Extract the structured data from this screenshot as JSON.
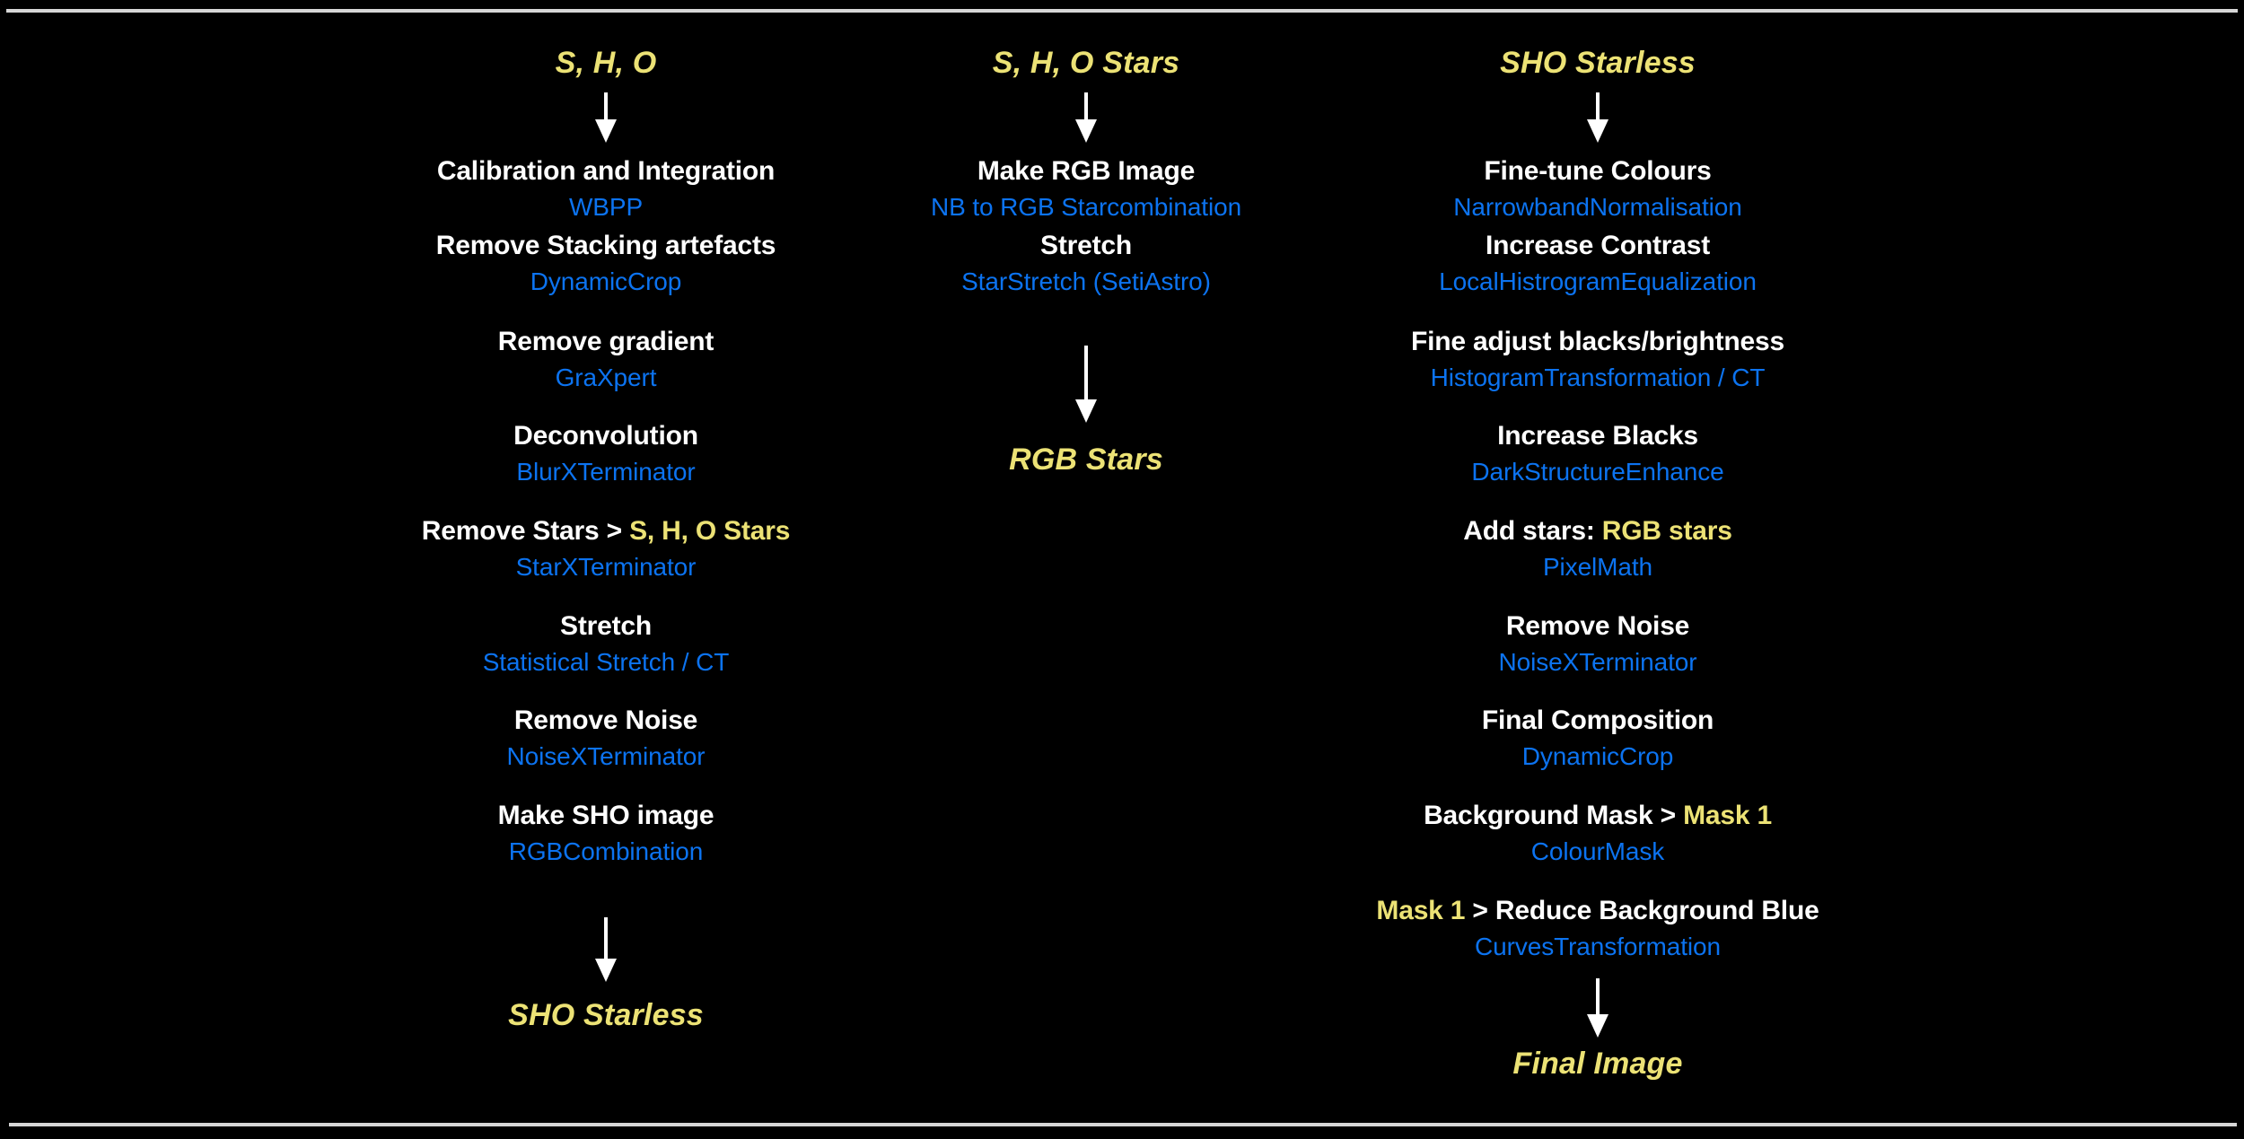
{
  "diagram": {
    "title": "SHO Narrowband Processing Workflow",
    "background_color": "#000000",
    "colors": {
      "step_title": "#ffffff",
      "process_name": "#0c73f0",
      "data_label": "#ece275",
      "arrow": "#ffffff",
      "rule": "#d6d6d6"
    }
  },
  "columns": [
    {
      "id": "linear-processing",
      "header": "S, H, O",
      "header_arrow": true,
      "steps": [
        {
          "title": "Calibration and Integration",
          "process": "WBPP"
        },
        {
          "title": "Remove Stacking artefacts",
          "process": "DynamicCrop"
        },
        {
          "title": "Remove gradient",
          "process": "GraXpert"
        },
        {
          "title": "Deconvolution",
          "process": "BlurXTerminator"
        },
        {
          "title_prefix": "Remove Stars > ",
          "title_ref": "S, H, O Stars",
          "process": "StarXTerminator"
        },
        {
          "title": "Stretch",
          "process": "Statistical Stretch / CT"
        },
        {
          "title": "Remove Noise",
          "process": "NoiseXTerminator"
        },
        {
          "title": "Make SHO image",
          "process": "RGBCombination"
        }
      ],
      "footer_arrow": true,
      "footer": "SHO Starless"
    },
    {
      "id": "star-processing",
      "header": "S, H, O Stars",
      "header_arrow": true,
      "steps": [
        {
          "title": "Make RGB Image",
          "process": "NB to RGB Starcombination"
        },
        {
          "title": "Stretch",
          "process": "StarStretch (SetiAstro)"
        }
      ],
      "footer_arrow": true,
      "footer": "RGB Stars"
    },
    {
      "id": "final-processing",
      "header": "SHO Starless",
      "header_arrow": true,
      "steps": [
        {
          "title": "Fine-tune Colours",
          "process": "NarrowbandNormalisation"
        },
        {
          "title": "Increase Contrast",
          "process": "LocalHistrogramEqualization"
        },
        {
          "title": "Fine adjust blacks/brightness",
          "process": "HistogramTransformation / CT"
        },
        {
          "title": "Increase Blacks",
          "process": "DarkStructureEnhance"
        },
        {
          "title_prefix": "Add stars: ",
          "title_ref": "RGB stars",
          "process": "PixelMath"
        },
        {
          "title": "Remove Noise",
          "process": "NoiseXTerminator"
        },
        {
          "title": "Final Composition",
          "process": "DynamicCrop"
        },
        {
          "title_prefix": "Background Mask > ",
          "title_ref": "Mask 1",
          "process": "ColourMask"
        },
        {
          "title_ref_first": "Mask 1",
          "title_suffix": " > Reduce Background Blue",
          "process": "CurvesTransformation"
        }
      ],
      "footer_arrow": true,
      "footer": "Final Image"
    }
  ],
  "labels": {
    "col1_header": "S, H, O",
    "col1_s1_title": "Calibration and Integration",
    "col1_s1_proc": "WBPP",
    "col1_s2_title": "Remove Stacking artefacts",
    "col1_s2_proc": "DynamicCrop",
    "col1_s3_title": "Remove gradient",
    "col1_s3_proc": "GraXpert",
    "col1_s4_title": "Deconvolution",
    "col1_s4_proc": "BlurXTerminator",
    "col1_s5_prefix": "Remove Stars > ",
    "col1_s5_ref": "S, H, O Stars",
    "col1_s5_proc": "StarXTerminator",
    "col1_s6_title": "Stretch",
    "col1_s6_proc": "Statistical Stretch / CT",
    "col1_s7_title": "Remove Noise",
    "col1_s7_proc": "NoiseXTerminator",
    "col1_s8_title": "Make SHO image",
    "col1_s8_proc": "RGBCombination",
    "col1_footer": "SHO Starless",
    "col2_header": "S, H, O Stars",
    "col2_s1_title": "Make RGB Image",
    "col2_s1_proc": "NB to RGB Starcombination",
    "col2_s2_title": "Stretch",
    "col2_s2_proc": "StarStretch (SetiAstro)",
    "col2_footer": "RGB Stars",
    "col3_header": "SHO Starless",
    "col3_s1_title": "Fine-tune Colours",
    "col3_s1_proc": "NarrowbandNormalisation",
    "col3_s2_title": "Increase Contrast",
    "col3_s2_proc": "LocalHistrogramEqualization",
    "col3_s3_title": "Fine adjust blacks/brightness",
    "col3_s3_proc": "HistogramTransformation / CT",
    "col3_s4_title": "Increase Blacks",
    "col3_s4_proc": "DarkStructureEnhance",
    "col3_s5_prefix": "Add stars: ",
    "col3_s5_ref": "RGB stars",
    "col3_s5_proc": "PixelMath",
    "col3_s6_title": "Remove Noise",
    "col3_s6_proc": "NoiseXTerminator",
    "col3_s7_title": "Final Composition",
    "col3_s7_proc": "DynamicCrop",
    "col3_s8_prefix": "Background Mask > ",
    "col3_s8_ref": "Mask 1",
    "col3_s8_proc": "ColourMask",
    "col3_s9_ref": "Mask 1",
    "col3_s9_suffix": " > Reduce Background Blue",
    "col3_s9_proc": "CurvesTransformation",
    "col3_footer": "Final Image"
  }
}
